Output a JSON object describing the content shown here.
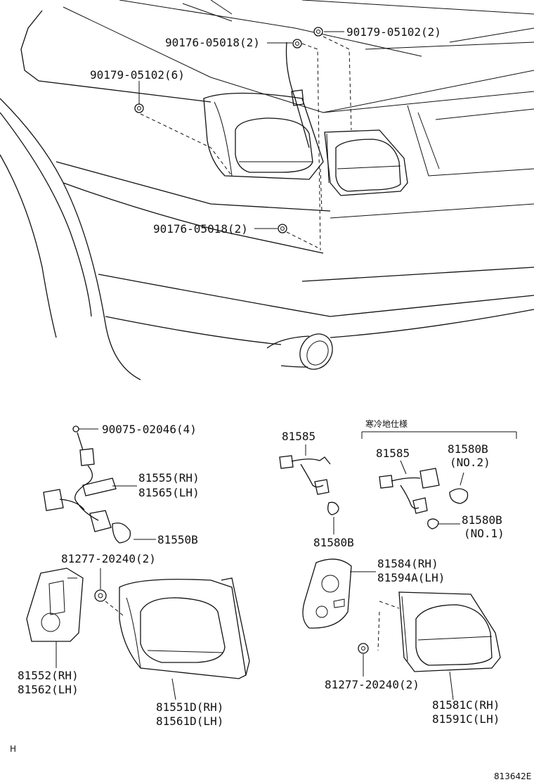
{
  "callouts": {
    "screw_upper_left": "90176-05018(2)",
    "nut_upper_right": "90179-05102(2)",
    "nut_left": "90179-05102(6)",
    "screw_lower": "90176-05018(2)",
    "socket_screw": "90075-02046(4)",
    "wire_rh": "81555(RH)",
    "wire_lh": "81565(LH)",
    "bulb_left": "81550B",
    "socket_center": "81585",
    "bulb_center": "81580B",
    "cold_spec": "寒冷地仕様",
    "socket_cold": "81585",
    "bulb_no2": "81580B",
    "bulb_no2_note": "(NO.2)",
    "bulb_no1": "81580B",
    "bulb_no1_note": "(NO.1)",
    "cover_rh": "81584(RH)",
    "cover_lh": "81594A(LH)",
    "nut_outer": "81277-20240(2)",
    "gasket_rh": "81552(RH)",
    "gasket_lh": "81562(LH)",
    "lamp_outer_rh": "81551D(RH)",
    "lamp_outer_lh": "81561D(LH)",
    "nut_inner": "81277-20240(2)",
    "lamp_inner_rh": "81581C(RH)",
    "lamp_inner_lh": "81591C(LH)",
    "corner_mark": "H",
    "diagram_id": "813642E"
  }
}
